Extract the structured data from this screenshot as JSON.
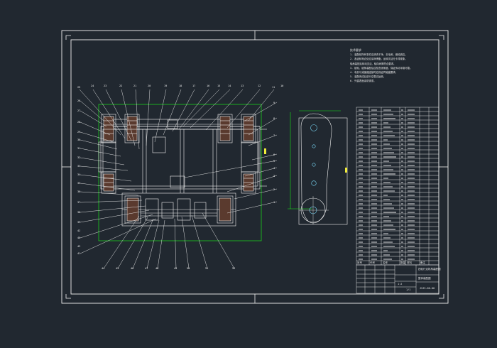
{
  "drawing": {
    "background_color": "#212830",
    "line_color": "#f2f2f2",
    "dimension_color": "#19e619",
    "highlight_color": "#7de0ff",
    "accent_color": "#f0ec3a"
  },
  "notes": {
    "title": "技术要求",
    "items": [
      "1. 装配前所有零件应清洗干净，去毛刺、倒钝锐边。",
      "2. 各齿轮啮合处应涂润滑脂，运转灵活无卡滞现象。",
      "   轴承装配后转动灵活，轴向间隙符合要求。",
      "3. 链轮、链条装配后应检查张紧度，保证传动平稳可靠。",
      "4. 电机与减速器连接时应保证同轴度要求。",
      "5. 装配完成后进行空载试运转。",
      "6. 外露表面涂防锈漆。"
    ]
  },
  "balloons": {
    "top": [
      "25",
      "24",
      "23",
      "22",
      "21",
      "20",
      "19",
      "18",
      "17",
      "16",
      "15",
      "14",
      "13",
      "12",
      "11",
      "10"
    ],
    "left": [
      "26",
      "27",
      "28",
      "29",
      "30",
      "31",
      "32",
      "33",
      "34",
      "35",
      "36",
      "37",
      "38",
      "39",
      "40",
      "41",
      "42",
      "43"
    ],
    "right": [
      "9",
      "8",
      "7",
      "6",
      "5",
      "4",
      "3",
      "2",
      "1"
    ],
    "bottom": [
      "44",
      "45",
      "46",
      "47",
      "48",
      "49",
      "50",
      "51",
      "52"
    ]
  },
  "title_block": {
    "drawing_name": "四轮行走机构装配图",
    "subtitle": "整体装配图",
    "drawing_number": "JSJS-00-00",
    "scale": "1:2",
    "sheet": "1/1",
    "header_cells": [
      "序号",
      "代号",
      "名称",
      "数量",
      "材料",
      "备注"
    ]
  }
}
